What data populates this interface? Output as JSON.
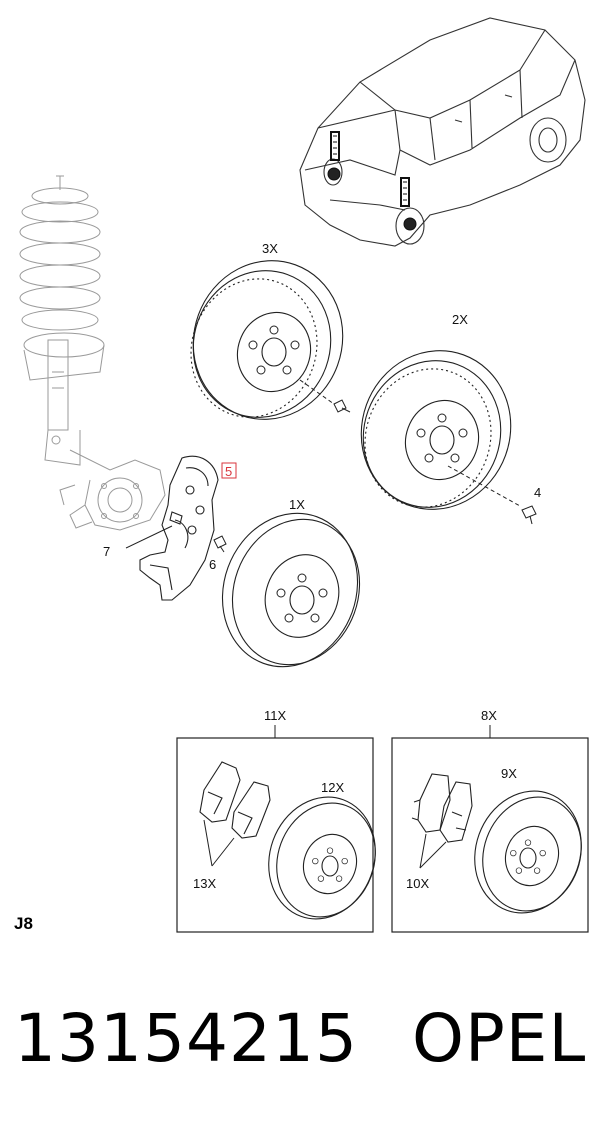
{
  "diagram": {
    "section_code": "J8",
    "part_number": "13154215",
    "brand": "OPEL",
    "callouts": {
      "disc_3x": "3X",
      "disc_2x": "2X",
      "disc_1x": "1X",
      "bolt_4": "4",
      "shield_5": "5",
      "bolt_6": "6",
      "stud_7": "7",
      "kit_11x": "11X",
      "disc_12x": "12X",
      "pads_13x": "13X",
      "kit_8x": "8X",
      "disc_9x": "9X",
      "pads_10x": "10X"
    },
    "colors": {
      "line": "#222222",
      "light_line": "#9a9a9a",
      "highlight": "#d9363e"
    }
  }
}
